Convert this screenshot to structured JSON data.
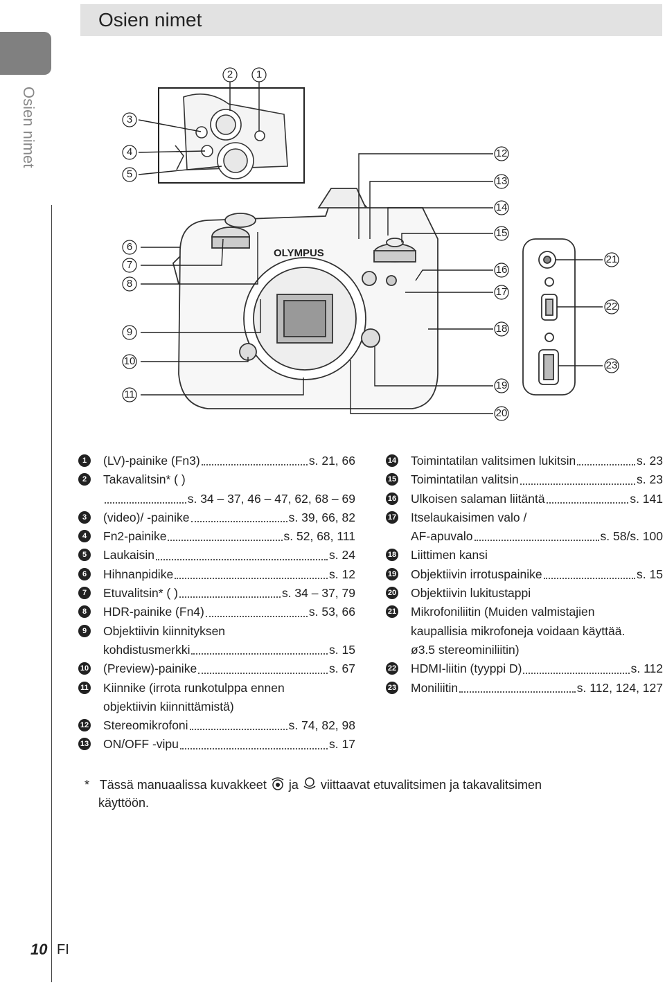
{
  "header": {
    "title": "Osien nimet"
  },
  "side_tab": {
    "label": "Osien nimet"
  },
  "figure": {
    "top_callouts": [
      "2",
      "1",
      "3",
      "4",
      "5"
    ],
    "left_callouts": [
      "6",
      "7",
      "8",
      "9",
      "10",
      "11"
    ],
    "right_callouts": [
      "12",
      "13",
      "14",
      "15",
      "16",
      "17",
      "18",
      "19",
      "20"
    ],
    "port_callouts": [
      "21",
      "22",
      "23"
    ],
    "brand": "OLYMPUS"
  },
  "legend_left": [
    {
      "num": "1",
      "label": "(LV)-painike (Fn3)",
      "ref": "s. 21, 66"
    },
    {
      "num": "2",
      "label": "Takavalitsin* ( )",
      "label2": "",
      "ref": "s. 34 – 37, 46 – 47, 62, 68 – 69"
    },
    {
      "num": "3",
      "label": "(video)/  -painike",
      "ref": "s. 39, 66, 82"
    },
    {
      "num": "4",
      "label": "Fn2-painike",
      "ref": "s. 52, 68, 111"
    },
    {
      "num": "5",
      "label": "Laukaisin",
      "ref": "s. 24"
    },
    {
      "num": "6",
      "label": "Hihnanpidike",
      "ref": "s. 12"
    },
    {
      "num": "7",
      "label": "Etuvalitsin* ( )",
      "ref": "s. 34 – 37, 79"
    },
    {
      "num": "8",
      "label": "HDR-painike (Fn4)",
      "ref": "s. 53, 66"
    },
    {
      "num": "9",
      "label": "Objektiivin kiinnityksen",
      "label2": "kohdistusmerkki",
      "ref": "s. 15"
    },
    {
      "num": "10",
      "label": "(Preview)-painike",
      "ref": "s. 67"
    },
    {
      "num": "11",
      "label": "Kiinnike (irrota runkotulppa ennen",
      "label2": "objektiivin kiinnittämistä)",
      "ref": ""
    },
    {
      "num": "12",
      "label": "Stereomikrofoni",
      "ref": "s. 74, 82, 98"
    },
    {
      "num": "13",
      "label": "ON/OFF -vipu",
      "ref": "s. 17"
    }
  ],
  "legend_right": [
    {
      "num": "14",
      "label": "Toimintatilan valitsimen lukitsin",
      "ref": "s. 23"
    },
    {
      "num": "15",
      "label": "Toimintatilan valitsin",
      "ref": "s. 23"
    },
    {
      "num": "16",
      "label": "Ulkoisen salaman liitäntä",
      "ref": "s. 141"
    },
    {
      "num": "17",
      "label": "Itselaukaisimen valo /",
      "label2": "AF-apuvalo",
      "ref": "s. 58/s. 100"
    },
    {
      "num": "18",
      "label": "Liittimen kansi",
      "ref": ""
    },
    {
      "num": "19",
      "label": "Objektiivin irrotuspainike",
      "ref": "s. 15"
    },
    {
      "num": "20",
      "label": "Objektiivin lukitustappi",
      "ref": ""
    },
    {
      "num": "21",
      "label": "Mikrofoniliitin (Muiden valmistajien",
      "label2": "kaupallisia mikrofoneja voidaan käyttää.",
      "label3": "ø3.5 stereominiliitin)",
      "ref": ""
    },
    {
      "num": "22",
      "label": "HDMI-liitin (tyyppi D)",
      "ref": "s. 112"
    },
    {
      "num": "23",
      "label": "Moniliitin",
      "ref": "s. 112, 124, 127"
    }
  ],
  "footnote": {
    "star": "*",
    "text_a": "Tässä manuaalissa kuvakkeet",
    "text_b": "ja",
    "text_c": "viittaavat etuvalitsimen ja takavalitsimen",
    "text_d": "käyttöön."
  },
  "page": {
    "number": "10",
    "lang": "FI"
  }
}
